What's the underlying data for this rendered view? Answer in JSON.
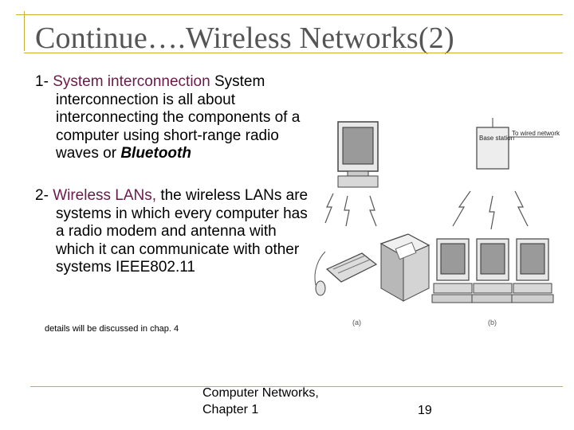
{
  "slide": {
    "title": "Continue….Wireless Networks(2)",
    "item1": {
      "number": "1-",
      "highlight": "System interconnection",
      "text": "System interconnection is all about interconnecting the components of a computer using short-range radio waves or",
      "emphasis": "Bluetooth"
    },
    "item2": {
      "number": "2-",
      "highlight": "Wireless LANs,",
      "text": "the wireless LANs are systems in which every computer has a radio modem and antenna with which it can communicate with other systems  IEEE802.11"
    },
    "note": "details will be discussed in chap. 4",
    "figure": {
      "base_station_label": "Base station",
      "wired_label": "To wired network",
      "label_a": "(a)",
      "label_b": "(b)"
    },
    "footer": {
      "line1": "Computer Networks,",
      "line2": "Chapter 1",
      "page": "19"
    },
    "colors": {
      "accent_line": "#c8b030",
      "title": "#555555",
      "highlight": "#6a1a4a"
    }
  }
}
